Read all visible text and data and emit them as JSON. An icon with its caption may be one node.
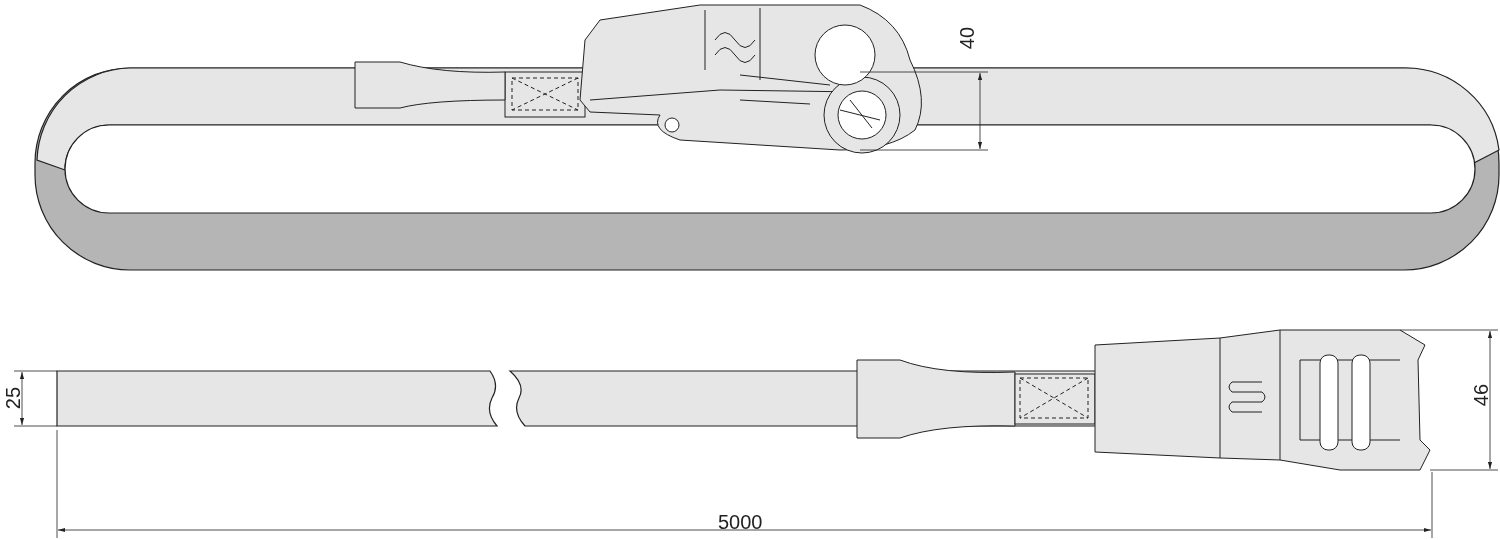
{
  "diagram": {
    "labels": [
      "40",
      "25",
      "46",
      "5000"
    ]
  }
}
